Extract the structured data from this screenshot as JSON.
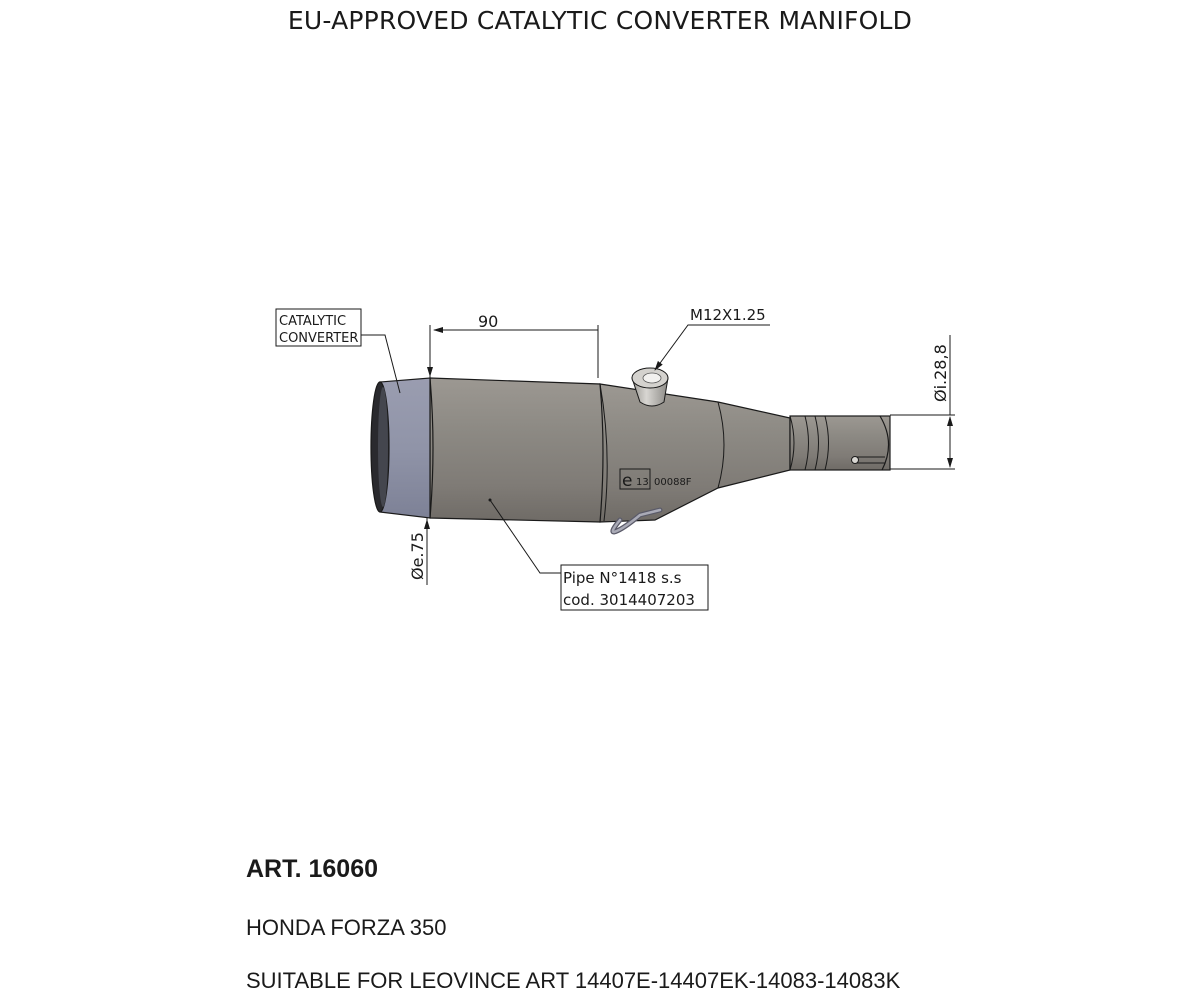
{
  "header": {
    "title": "EU-APPROVED CATALYTIC CONVERTER MANIFOLD"
  },
  "drawing": {
    "callouts": {
      "catalytic_converter": [
        "CATALYTIC",
        "CONVERTER"
      ],
      "thread": "M12X1.25",
      "pipe_line1": "Pipe N°1418 s.s",
      "pipe_line2": "cod. 3014407203"
    },
    "dimensions": {
      "length": "90",
      "outer_diameter": "Øe.75",
      "inner_diameter": "Øi.28,8"
    },
    "homologation": {
      "mark": "e",
      "country": "13",
      "code": "00088F"
    },
    "colors": {
      "body_gray": "#8a8680",
      "converter_blue": "#8f93a8",
      "line": "#1a1a1a"
    }
  },
  "product": {
    "article": "ART. 16060",
    "model": "HONDA FORZA 350",
    "compatibility": "SUITABLE FOR LEOVINCE ART 14407E-14407EK-14083-14083K"
  }
}
